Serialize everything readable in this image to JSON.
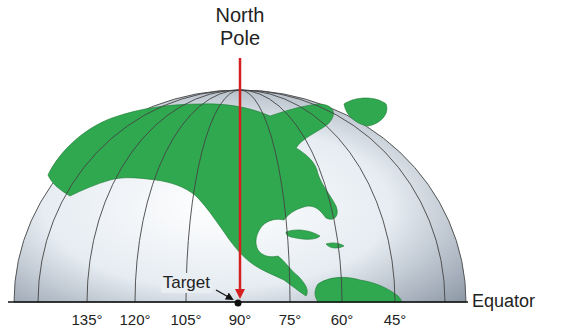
{
  "diagram": {
    "labels": [
      "North Pole",
      "Target",
      "135°",
      "120°",
      "105°",
      "90°",
      "75°",
      "60°",
      "45°",
      "Equator"
    ]
  }
}
